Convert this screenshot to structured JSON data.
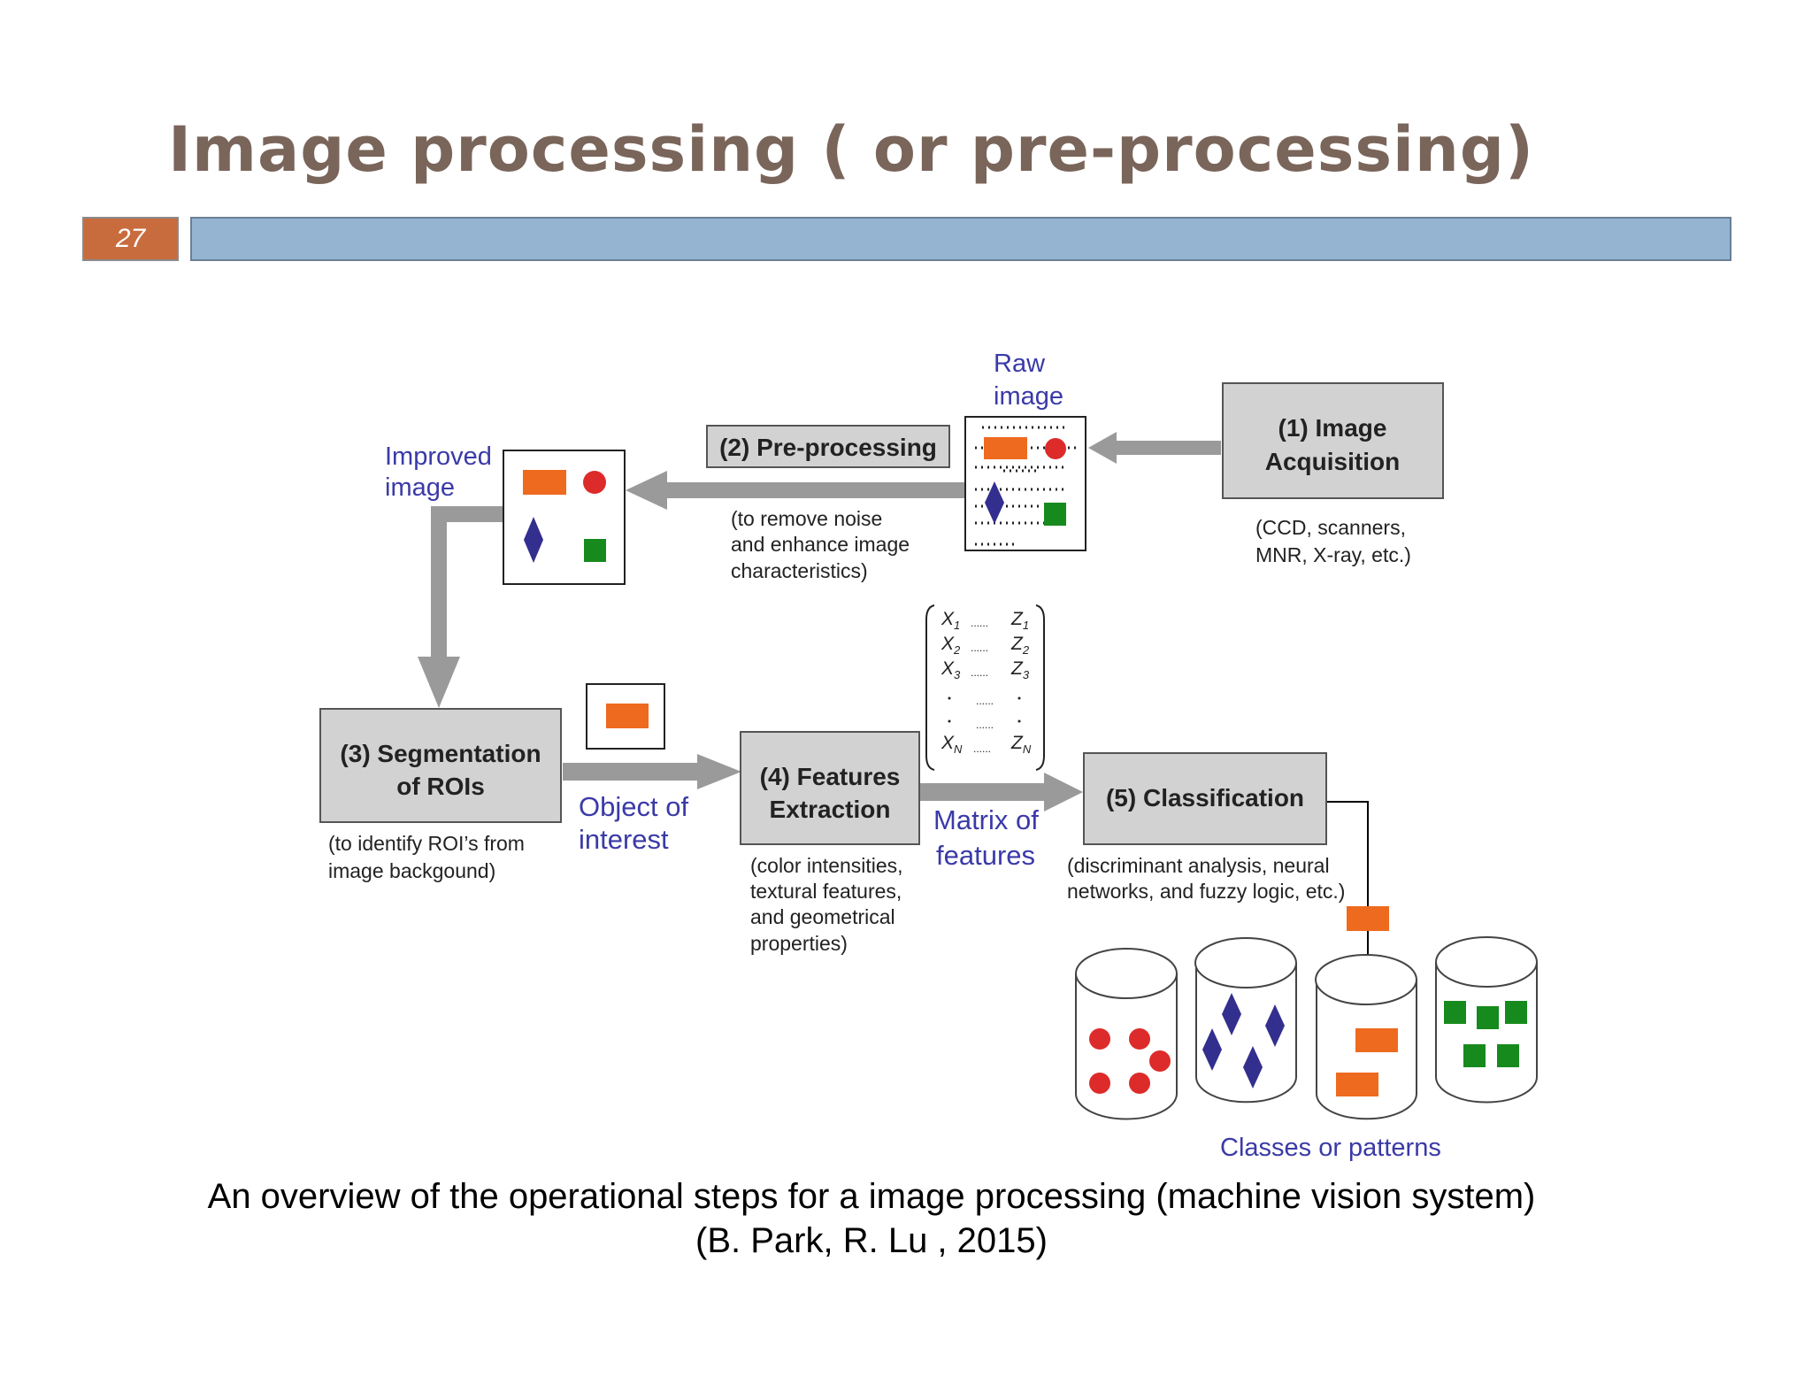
{
  "slide": {
    "title": "Image processing ( or pre-processing)",
    "number": "27"
  },
  "diagram": {
    "steps": [
      {
        "line1": "(1) Image",
        "line2": "Acquisition"
      },
      {
        "line1": "(2) Pre-processing"
      },
      {
        "line1": "(3) Segmentation",
        "line2": "of ROIs"
      },
      {
        "line1": "(4) Features",
        "line2": "Extraction"
      },
      {
        "line1": "(5) Classification"
      }
    ],
    "notes": {
      "acquisition": [
        "(CCD, scanners,",
        "MNR, X-ray, etc.)"
      ],
      "preprocessing": [
        "(to remove noise",
        "and enhance image",
        "characteristics)"
      ],
      "segmentation": [
        "(to identify ROI’s from",
        "image backgound)"
      ],
      "features": [
        "(color intensities,",
        "textural features,",
        "and geometrical",
        "properties)"
      ],
      "classification": [
        "(discriminant analysis, neural",
        "networks, and fuzzy logic, etc.)"
      ]
    },
    "labels": {
      "raw_image": [
        "Raw",
        "image"
      ],
      "improved_image": [
        "Improved",
        "image"
      ],
      "object_of_interest": [
        "Object of",
        "interest"
      ],
      "matrix_of_features": [
        "Matrix of",
        "features"
      ],
      "classes": "Classes or patterns"
    },
    "matrix": {
      "rows": [
        {
          "x": "X",
          "xs": "1",
          "z": "Z",
          "zs": "1"
        },
        {
          "x": "X",
          "xs": "2",
          "z": "Z",
          "zs": "2"
        },
        {
          "x": "X",
          "xs": "3",
          "z": "Z",
          "zs": "3"
        },
        {
          "x": "X",
          "xs": "N",
          "z": "Z",
          "zs": "N"
        }
      ],
      "dots": "......"
    },
    "colors": {
      "box_fill": "#d2d2d2",
      "arrow": "#9a9a9a",
      "label_blue": "#3a3aa8",
      "orange": "#ee6a1f",
      "red": "#dd2b2b",
      "navy": "#332f8e",
      "green": "#178a1e"
    }
  },
  "caption": {
    "line1": "An overview of the operational steps for a image processing (machine vision system)",
    "line2": "(B. Park, R. Lu , 2015)"
  }
}
